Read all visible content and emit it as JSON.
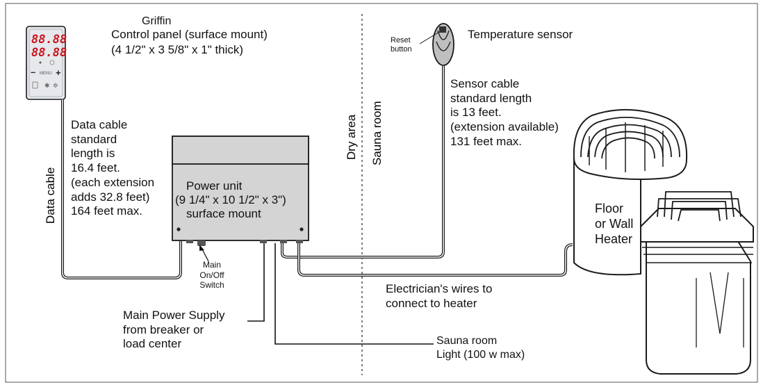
{
  "control_panel": {
    "brand": "Griffin",
    "title": "Control panel (surface mount)",
    "dimensions": "(4 1/2\" x 3 5/8\" x 1\" thick)",
    "display_top": "88.88",
    "display_bottom": "88.88",
    "menu_label": "MENU",
    "minus": "–",
    "plus": "+"
  },
  "data_cable": {
    "label": "Data cable",
    "note_lines": [
      "Data cable",
      "standard",
      "length is",
      "16.4 feet.",
      "(each extension",
      "adds 32.8 feet)",
      "164 feet max."
    ]
  },
  "power_unit": {
    "lines": [
      "Power unit",
      "(9 1/4\" x 10 1/2\" x 3\")",
      "surface mount"
    ]
  },
  "switch": {
    "lines": [
      "Main",
      "On/Off",
      "Switch"
    ]
  },
  "main_power": {
    "lines": [
      "Main Power Supply",
      "from breaker or",
      "load center"
    ]
  },
  "light": {
    "lines": [
      "Sauna room",
      "Light (100 w max)"
    ]
  },
  "zones": {
    "dry_area": "Dry area",
    "sauna_room": "Sauna room"
  },
  "sensor": {
    "title": "Temperature sensor",
    "reset_lines": [
      "Reset",
      "button"
    ],
    "cable_lines": [
      "Sensor cable",
      "standard length",
      "is 13 feet.",
      "(extension available)",
      "131 feet max."
    ]
  },
  "heater": {
    "lines": [
      "Floor",
      "or Wall",
      "Heater"
    ]
  },
  "wires": {
    "lines": [
      "Electrician's wires to",
      "connect to heater"
    ]
  },
  "colors": {
    "ink": "#1a1a1a",
    "panel_fill": "#e6e8ec",
    "unit_fill": "#d4d4d4",
    "display_red": "#c8161d",
    "cable_gray": "#8a8a8a"
  }
}
